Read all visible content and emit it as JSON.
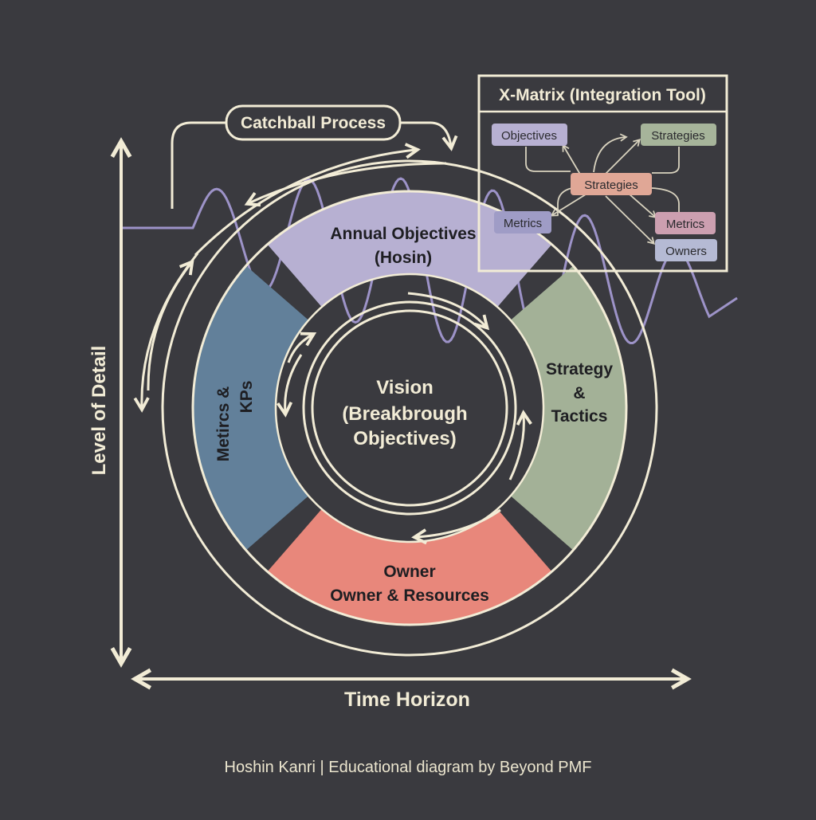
{
  "diagram": {
    "catchball_label": "Catchball Process",
    "y_axis_label": "Level of Detail",
    "x_axis_label": "Time Horizon",
    "segments": {
      "annual": [
        "Annual Objectives",
        "(Hosin)"
      ],
      "strategy": [
        "Strategy",
        "&",
        "Tactics"
      ],
      "owner": [
        "Owner",
        "Owner & Resources"
      ],
      "metrics": [
        "Metircs  &",
        "KPs"
      ]
    },
    "vision": [
      "Vision",
      "(Breakbrough",
      "Objectives)"
    ],
    "x_matrix": {
      "title": "X-Matrix (Integration Tool)",
      "chips": {
        "objectives": "Objectives",
        "strategies_top": "Strategies",
        "strategies_center": "Strategies",
        "metrics_left": "Metrics",
        "metrics_right": "Metrics",
        "owners": "Owners"
      }
    },
    "footer": "Hoshin Kanri | Educational diagram by Beyond PMF"
  },
  "colors": {
    "background": "#3a3a3f",
    "ink": "#f2ecd6",
    "annual": "#b7b0d2",
    "strategy": "#a3b197",
    "owner": "#e8877b",
    "metrics": "#62809a",
    "wave": "#9d93c8",
    "chip_objectives": "#b7b0d2",
    "chip_strategies_top": "#a6b49a",
    "chip_strategies_center": "#e0a796",
    "chip_metrics_left": "#9f9cc6",
    "chip_metrics_right": "#cc9fb0",
    "chip_owners": "#b5bad4"
  }
}
